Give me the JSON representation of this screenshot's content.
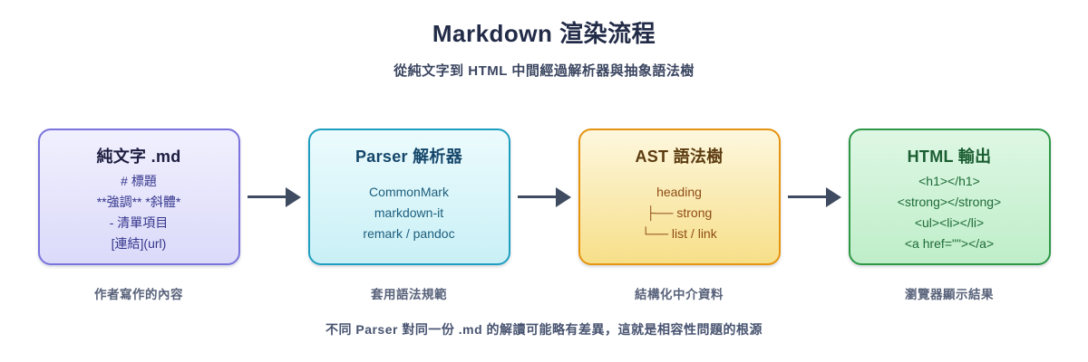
{
  "header": {
    "title": "Markdown 渲染流程",
    "subtitle": "從純文字到 HTML 中間經過解析器與抽象語法樹"
  },
  "stages": [
    {
      "id": "plain-text-md",
      "title": "純文字 .md",
      "lines": [
        "# 標題",
        "**強調** *斜體*",
        "- 清單項目",
        "[連結](url)"
      ],
      "caption": "作者寫作的內容",
      "colors": {
        "border": "#7b74dd",
        "bg_top": "#f1f0fe",
        "bg_bottom": "#dbdaf9",
        "title": "#1d1d40",
        "text": "#34348c"
      }
    },
    {
      "id": "parser",
      "title": "Parser 解析器",
      "lines": [
        "CommonMark",
        "markdown-it",
        "remark / pandoc"
      ],
      "caption": "套用語法規範",
      "colors": {
        "border": "#1e9fc0",
        "bg_top": "#ecfbfd",
        "bg_bottom": "#c9f0f6",
        "title": "#15476b",
        "text": "#1d5e7d"
      }
    },
    {
      "id": "ast",
      "title": "AST 語法樹",
      "lines": [
        "heading",
        "├── strong",
        "└── list / link"
      ],
      "caption": "結構化中介資料",
      "colors": {
        "border": "#e6940f",
        "bg_top": "#fdf7de",
        "bg_bottom": "#f7df89",
        "title": "#5c3b10",
        "text": "#8f4c15"
      }
    },
    {
      "id": "html-output",
      "title": "HTML 輸出",
      "lines": [
        "<h1></h1>",
        "<strong></strong>",
        "<ul><li></li>",
        "<a href=\"\"></a>"
      ],
      "caption": "瀏覽器顯示結果",
      "colors": {
        "border": "#2d9846",
        "bg_top": "#def7e4",
        "bg_bottom": "#bfeec9",
        "title": "#1b5e32",
        "text": "#1f6b37"
      }
    }
  ],
  "arrows": {
    "icon": "right-arrow-icon",
    "color": "#3f4b61",
    "count": 3
  },
  "footnote": "不同 Parser 對同一份 .md 的解讀可能略有差異，這就是相容性問題的根源"
}
